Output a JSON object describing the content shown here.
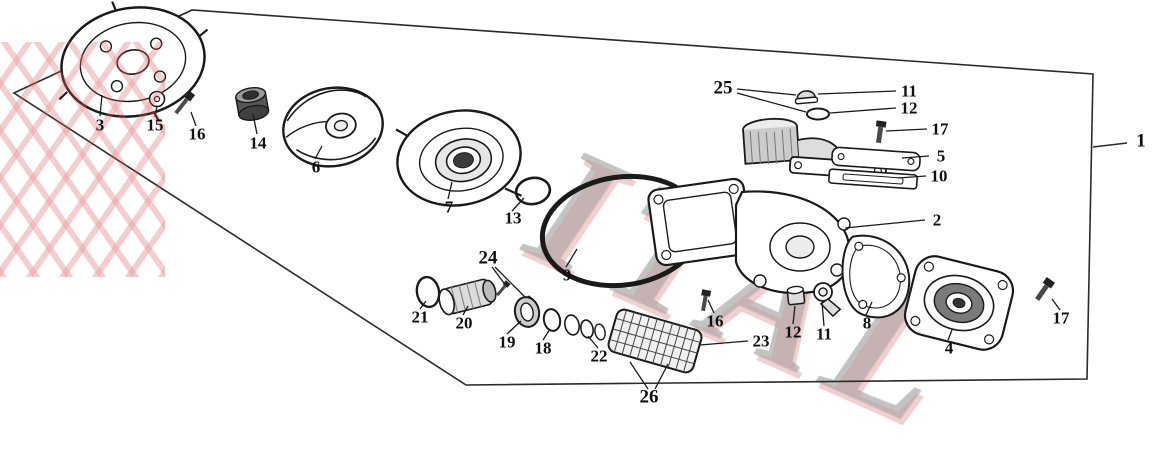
{
  "diagram": {
    "kind": "exploded-parts-diagram",
    "watermark_text": "ITAL",
    "colors": {
      "line": "#1a1a1a",
      "watermark_red": "#d56a6a",
      "watermark_gray": "#bfbfbf"
    }
  },
  "labels": [
    {
      "part": "3",
      "text": "3"
    },
    {
      "part": "15",
      "text": "15"
    },
    {
      "part": "16",
      "text": "16"
    },
    {
      "part": "14",
      "text": "14"
    },
    {
      "part": "6",
      "text": "6"
    },
    {
      "part": "7",
      "text": "7"
    },
    {
      "part": "13",
      "text": "13"
    },
    {
      "part": "9",
      "text": "9"
    },
    {
      "part": "25",
      "text": "25"
    },
    {
      "part": "11",
      "text": "11"
    },
    {
      "part": "12",
      "text": "12"
    },
    {
      "part": "17",
      "text": "17"
    },
    {
      "part": "5",
      "text": "5"
    },
    {
      "part": "10",
      "text": "10"
    },
    {
      "part": "2",
      "text": "2"
    },
    {
      "part": "24",
      "text": "24"
    },
    {
      "part": "21",
      "text": "21"
    },
    {
      "part": "20",
      "text": "20"
    },
    {
      "part": "19",
      "text": "19"
    },
    {
      "part": "18",
      "text": "18"
    },
    {
      "part": "22",
      "text": "22"
    },
    {
      "part": "23",
      "text": "23"
    },
    {
      "part": "16-2",
      "text": "16"
    },
    {
      "part": "12-2",
      "text": "12"
    },
    {
      "part": "11-2",
      "text": "11"
    },
    {
      "part": "8",
      "text": "8"
    },
    {
      "part": "4",
      "text": "4"
    },
    {
      "part": "17-2",
      "text": "17"
    },
    {
      "part": "26",
      "text": "26"
    },
    {
      "part": "1",
      "text": "1"
    }
  ]
}
